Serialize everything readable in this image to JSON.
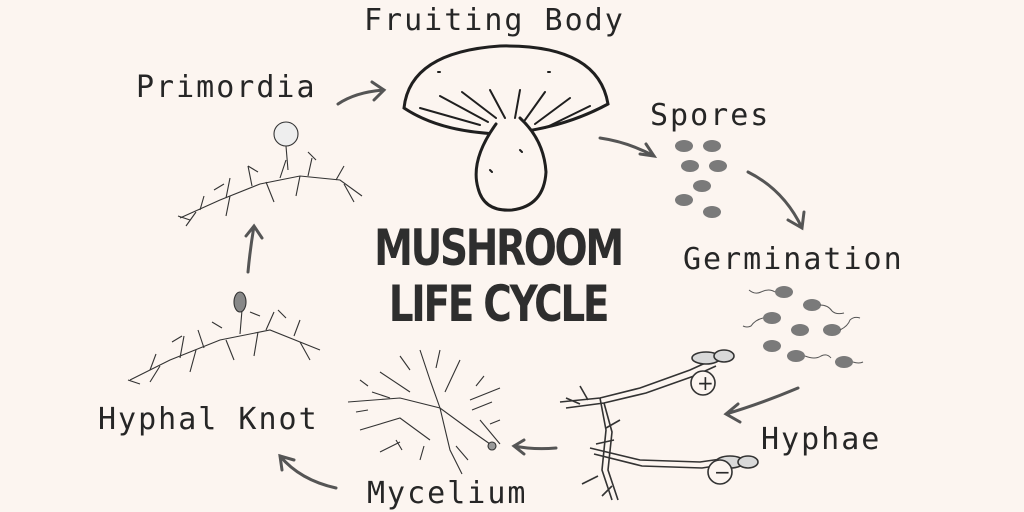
{
  "title": {
    "line1": "MUSHROOM",
    "line2": "LIFE CYCLE"
  },
  "stages": {
    "fruiting_body": "Fruiting Body",
    "spores": "Spores",
    "germination": "Germination",
    "hyphae": "Hyphae",
    "mycelium": "Mycelium",
    "hyphal_knot": "Hyphal Knot",
    "primordia": "Primordia"
  },
  "mating_types": {
    "plus": "+",
    "minus": "−"
  },
  "colors": {
    "background": "#fcf5f0",
    "ink": "#262626",
    "spore": "#7a7a7a"
  }
}
